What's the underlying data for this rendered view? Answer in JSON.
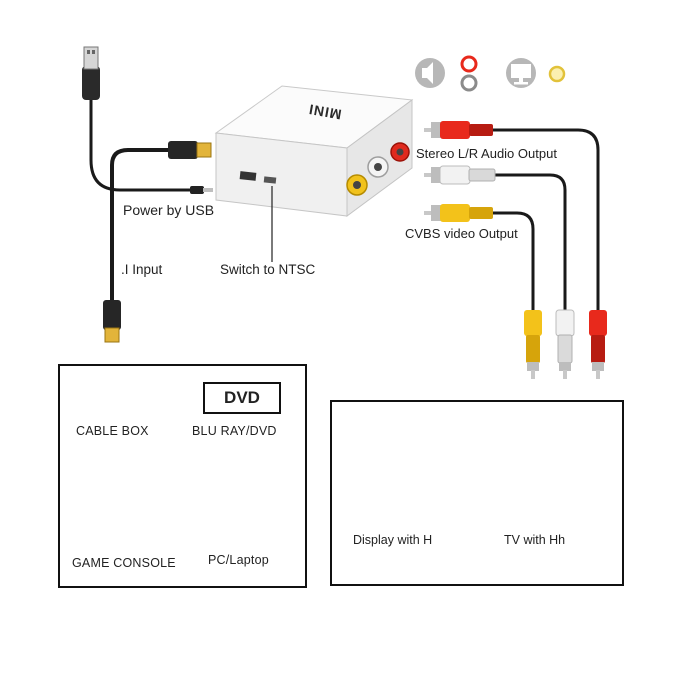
{
  "converter": {
    "brand": "MINI"
  },
  "labels": {
    "power_by_usb": "Power by USB",
    "hdmi_input": ".I Input",
    "switch_ntsc": "Switch to NTSC",
    "stereo_audio": "Stereo L/R Audio Output",
    "cvbs_video": "CVBS video Output"
  },
  "sources": {
    "cable_box": "CABLE BOX",
    "dvd_badge": "DVD",
    "blu_ray": "BLU RAY/DVD",
    "game_console": "GAME CONSOLE",
    "pc_laptop": "PC/Laptop"
  },
  "outputs": {
    "display": "Display with H",
    "tv": "TV with Hh"
  },
  "icons": [
    "speaker-icon",
    "rca-audio-jacks-icon",
    "monitor-icon",
    "video-jack-icon"
  ],
  "colors": {
    "cable_red": "#e8291c",
    "cable_white": "#e4e4e4",
    "cable_yellow": "#f3c21a",
    "device_body": "#f4f4f4"
  }
}
